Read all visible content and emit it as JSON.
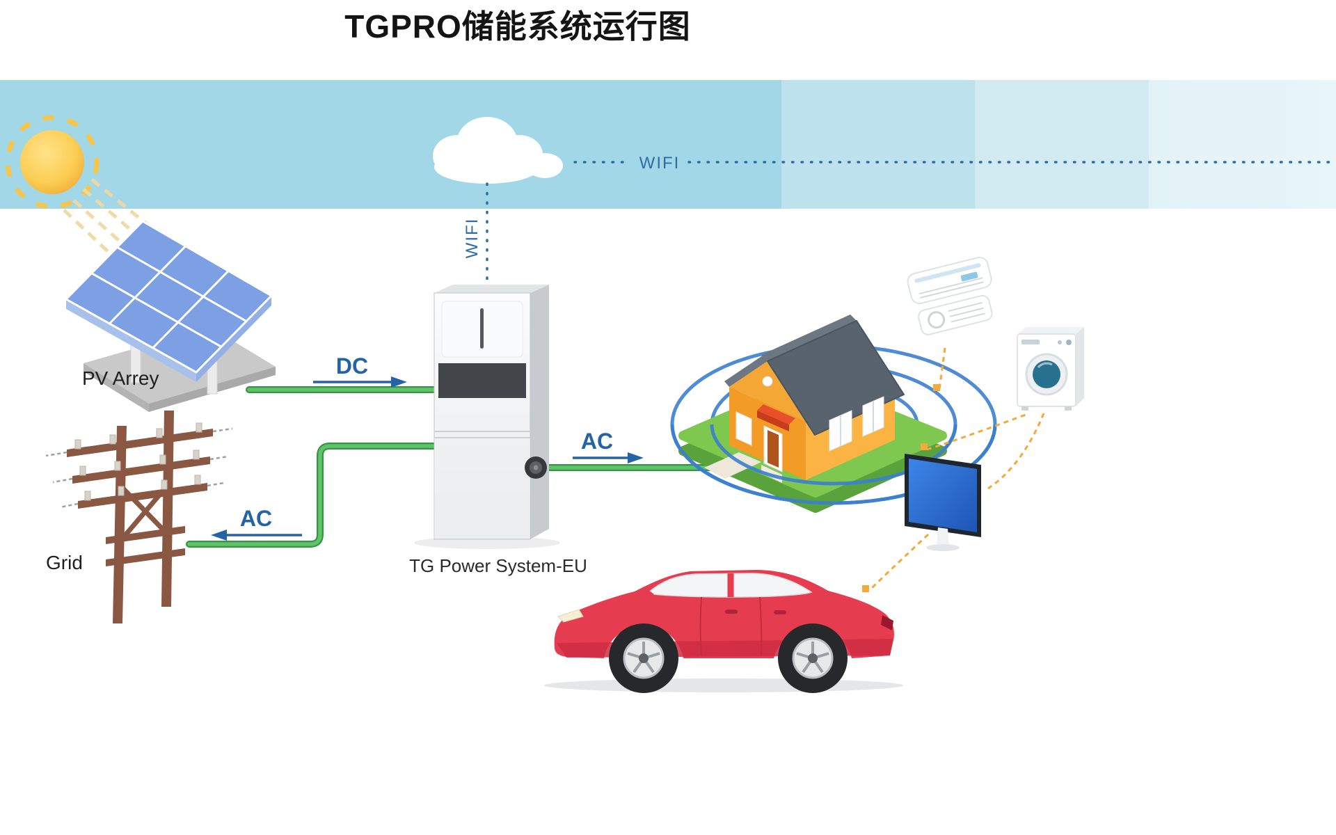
{
  "title": "TGPRO储能系统运行图",
  "nodes": {
    "pv_array": {
      "label": "PV Arrey",
      "icon": "solar-panel-icon"
    },
    "grid": {
      "label": "Grid",
      "icon": "power-pole-icon"
    },
    "inverter": {
      "label": "TG Power System-EU",
      "icon": "inverter-cabinet-icon"
    },
    "house": {
      "icon": "house-icon"
    },
    "sun": {
      "icon": "sun-icon"
    },
    "cloud": {
      "icon": "cloud-icon"
    },
    "appliances": [
      {
        "icon": "air-conditioner-icon"
      },
      {
        "icon": "washing-machine-icon"
      },
      {
        "icon": "tv-icon"
      },
      {
        "icon": "car-icon"
      }
    ]
  },
  "connections": {
    "wifi_cloud": {
      "label": "WIFI",
      "style": "dotted-blue"
    },
    "wifi_inverter": {
      "label": "WIFI",
      "style": "dotted-blue"
    },
    "dc_pv_to_inverter": {
      "label": "DC",
      "direction": "right",
      "style": "green-line"
    },
    "ac_grid_to_inverter": {
      "label": "AC",
      "direction": "left",
      "style": "green-line"
    },
    "ac_inverter_to_house": {
      "label": "AC",
      "direction": "right",
      "style": "green-line"
    }
  },
  "colors": {
    "sky_blue": "#a2d7e7",
    "wifi_blue": "#2e6da4",
    "label_blue": "#2563a8",
    "line_green": "#5fc468",
    "dashed_orange": "#f4a93c",
    "sun_yellow": "#f7c94c",
    "panel_blue": "#7da0e4",
    "pole_brown": "#8a5743",
    "house_orange": "#f29b27",
    "grass_green": "#7ec850",
    "roof_gray": "#59636d",
    "car_red": "#e63c50"
  }
}
